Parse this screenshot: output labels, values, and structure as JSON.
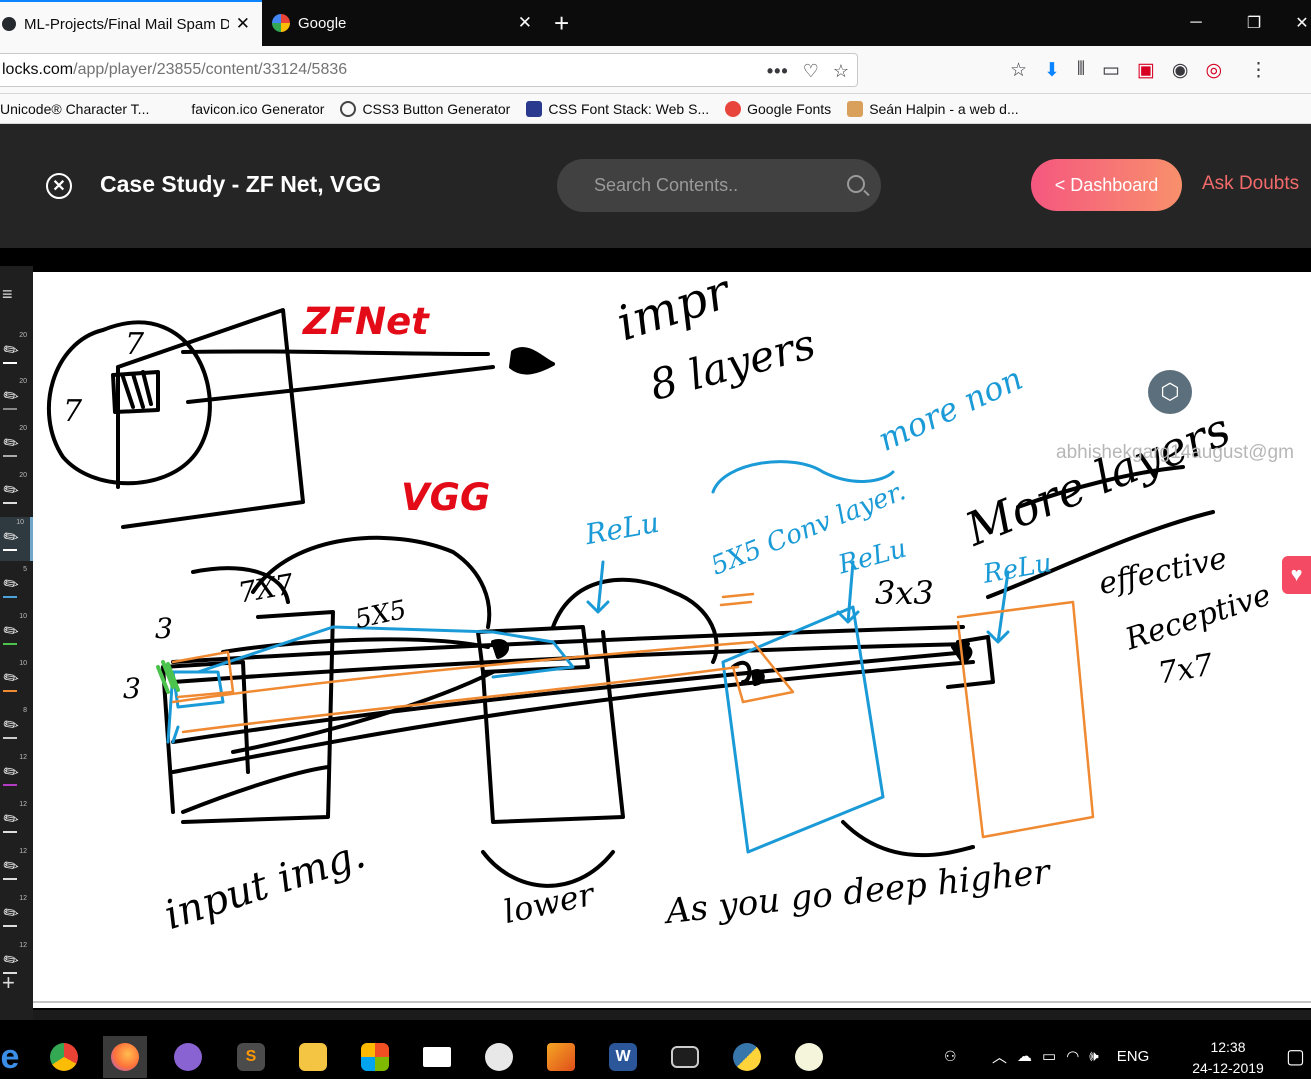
{
  "browser": {
    "tabs": [
      {
        "title": "ML-Projects/Final Mail Spam D",
        "active": true
      },
      {
        "title": "Google",
        "active": false
      }
    ],
    "url_domain": "locks.com",
    "url_path": "/app/player/23855/content/33124/5836",
    "bookmarks": [
      {
        "label": "Unicode® Character T...",
        "icon": "unicode-icon"
      },
      {
        "label": "favicon.ico Generator",
        "icon": "favicon-icon"
      },
      {
        "label": "CSS3 Button Generator",
        "icon": "globe-icon"
      },
      {
        "label": "CSS Font Stack: Web S...",
        "icon": "cssfont-icon"
      },
      {
        "label": "Google Fonts",
        "icon": "google-fonts-icon"
      },
      {
        "label": "Seán Halpin - a web d...",
        "icon": "person-icon"
      }
    ]
  },
  "app": {
    "course_title": "Case Study - ZF Net, VGG",
    "search_placeholder": "Search Contents..",
    "dashboard_label": "< Dashboard",
    "ask_label": "Ask Doubts",
    "watermark_email": "abhishekgarg14august@gm"
  },
  "tools": {
    "sizes": [
      "20",
      "20",
      "20",
      "20",
      "10",
      "5",
      "10",
      "10",
      "8",
      "12",
      "12",
      "12",
      "12",
      "12"
    ]
  },
  "canvas": {
    "labels": {
      "zfnet": "ZFNet",
      "vgg": "VGG"
    },
    "handwriting": {
      "impr": "impr",
      "eight_layers": "8 layers",
      "more_non": "more non",
      "more_layers": "More layers",
      "relu1": "ReLu",
      "relu2": "ReLu",
      "relu3": "ReLu",
      "conv": "5X5 Conv layer.",
      "three_by_three": "3x3",
      "seven_by_seven": "7X7",
      "five_by_five": "5X5",
      "effective": "effective",
      "receptive": "Receptive",
      "receptive_size": "7x7",
      "input_img": "input img.",
      "lower": "lower",
      "as_you_go": "As you go deep higher",
      "three_a": "3",
      "three_b": "3",
      "seven_a": "7",
      "seven_b": "7"
    }
  },
  "taskbar": {
    "language": "ENG",
    "time": "12:38",
    "date": "24-12-2019"
  },
  "colors": {
    "accent_pink": "#f5577f",
    "ask_red": "#f36a6a",
    "ink_blue": "#1a9ad6",
    "ink_orange": "#f08a32",
    "ink_black": "#000000",
    "label_red": "#e30b17"
  }
}
